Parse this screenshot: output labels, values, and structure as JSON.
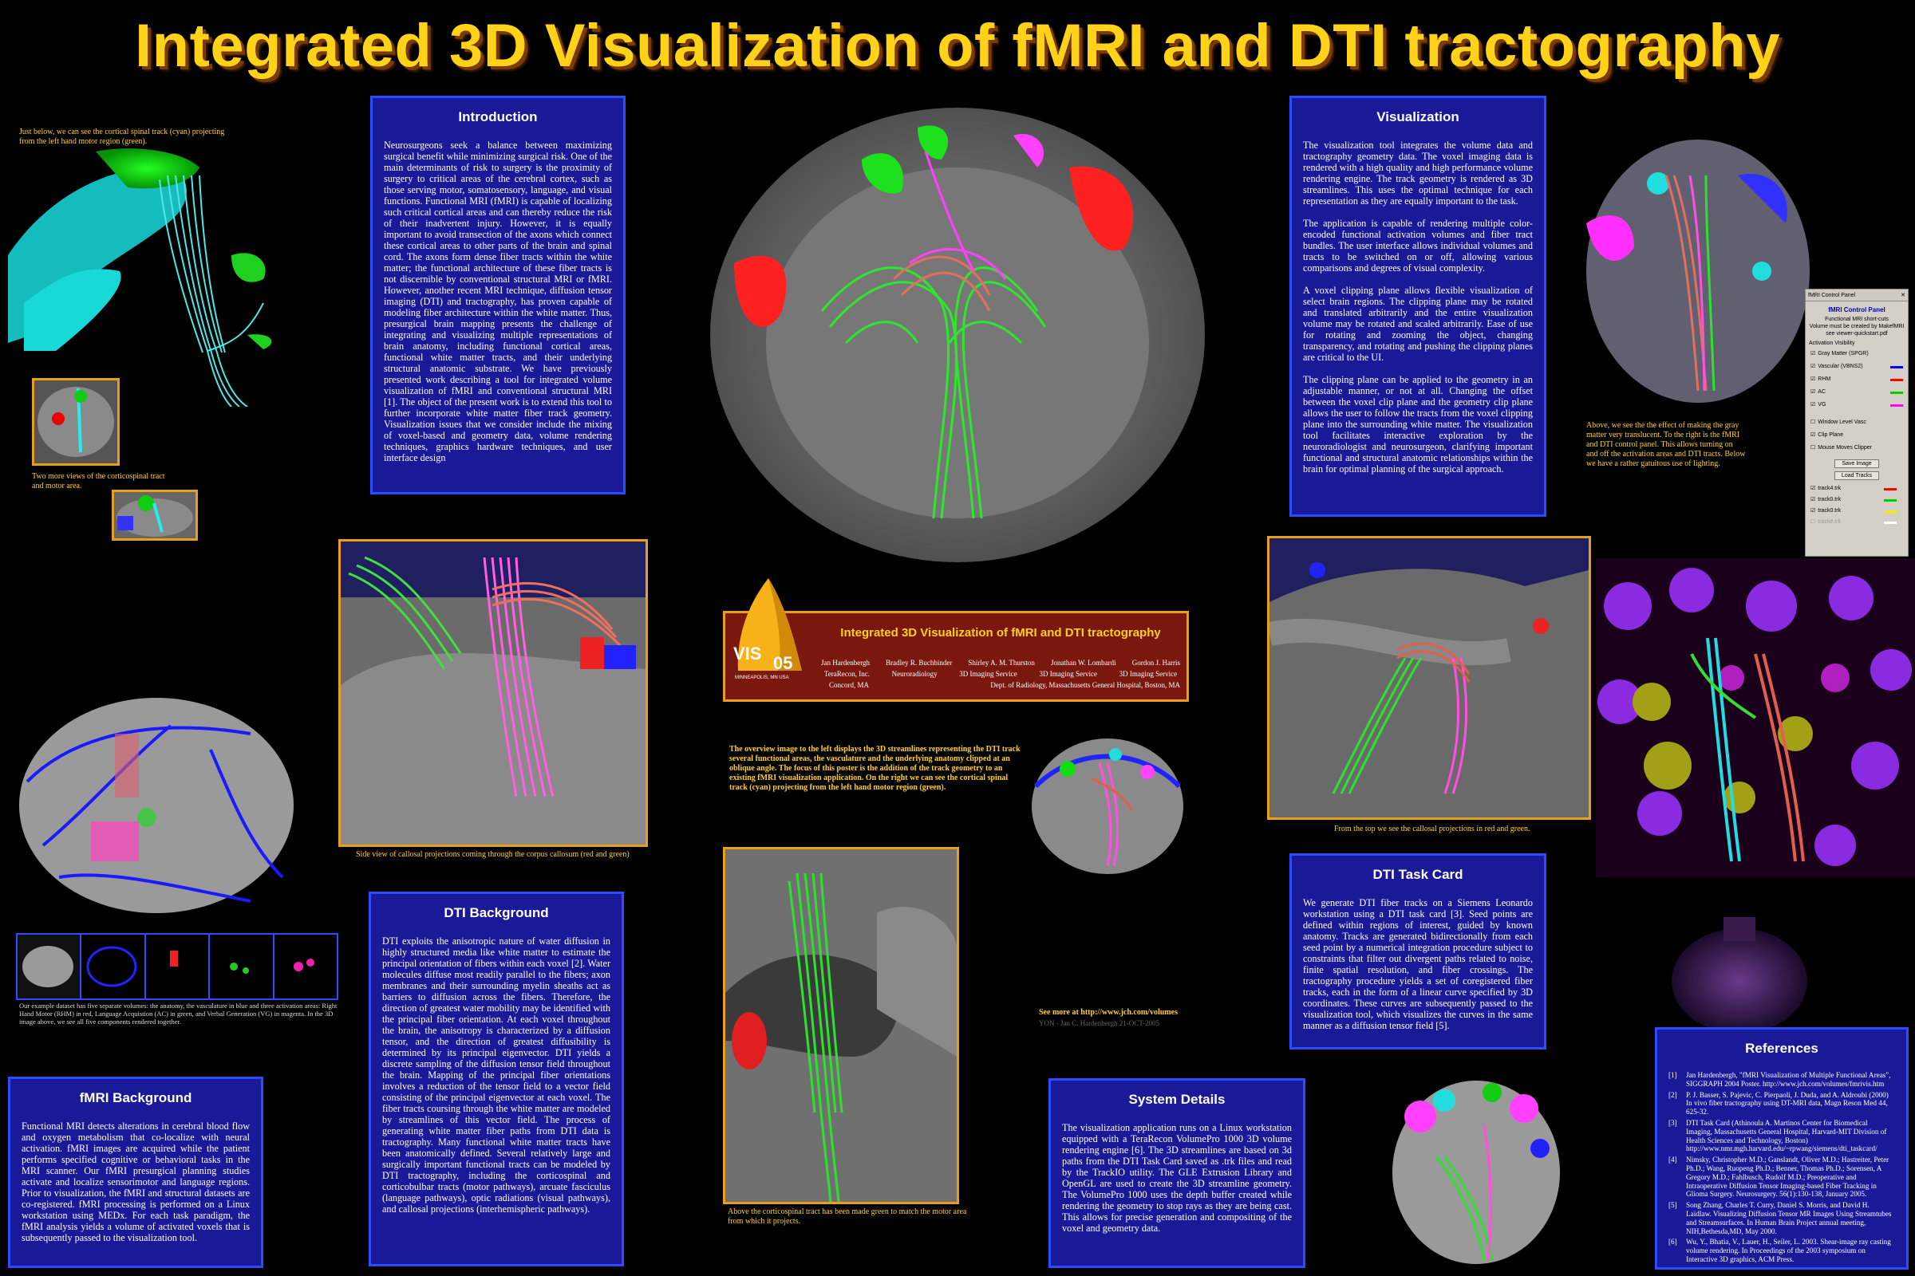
{
  "title": "Integrated 3D Visualization of fMRI and DTI tractography",
  "captions": {
    "top_left": "Just below, we can  see the cortical spinal track (cyan) projecting from the left hand  motor region (green).",
    "two_views": "Two  more views of the corticospinal tract and motor area.",
    "sagittal": "Side view of callosal projections coming through the corpus callosum  (red and green)",
    "dataset": "Our example dataset has five separate volumes: the anatomy, the vasculature in blue and three activation areas: Right Hand Motor (RHM) in red, Language Acquistion (AC) in green, and Verbal Generation (VG) in magenta. In the 3D image above, we see all five components rendered together.",
    "overview": "The overview image to the left displays the 3D streamlines representing the DTI track several functional areas, the  vasculature and the underlying anatomy clipped at an oblique  angle. The focus of this poster is the addition of the track geometry  to an existing fMRI visualization application. On the right we can  see the cortical spinal track (cyan) projecting from the left hand  motor region (green).",
    "see_more": "See more at http://www.jch.com/volumes",
    "yon": "YON - Jan C. Hardenbergh  21-OCT-2005",
    "corticospinal": "Above the corticospinal tract has been made green to match the motor area from which it projects.",
    "from_top": "From the top we see the callosal projections in red and green.",
    "gray_matter": "Above, we see the the effect of making the gray matter very translucent. To the right is the fMRI and DTI control panel. This allows turning on and off the activation areas and  DTI tracts. Below we have a rather gatuitous use of lighting."
  },
  "banner": {
    "logo_text": "VIS",
    "logo_year": "05",
    "logo_city": "MINNEAPOLIS, MN USA",
    "title": "Integrated 3D Visualization of fMRI and DTI tractography",
    "authors": [
      "Jan Hardenbergh",
      "Bradley R. Buchbinder",
      "Shirley A. M. Thurston",
      "Jonathan W. Lombardi",
      "Gordon J. Harris"
    ],
    "affils": [
      "TeraRecon, Inc.",
      "Neuroradiology",
      "3D Imaging Service",
      "3D Imaging Service",
      "3D Imaging Service"
    ],
    "loc1": "Concord, MA",
    "loc2": "Dept. of Radiology, Massachusetts General Hospital, Boston, MA"
  },
  "intro": {
    "heading": "Introduction",
    "p1": "Neurosurgeons seek a balance between maximizing surgical benefit while minimizing surgical risk.  One of the main determinants of risk to surgery is the proximity of surgery to critical areas of the cerebral cortex, such as those serving motor, somatosensory, language, and visual functions.  Functional MRI (fMRI) is capable of localizing such critical cortical areas and can thereby reduce the risk of their inadvertent injury.  However, it is equally important to avoid transection of the axons which connect these cortical areas to other parts of the brain and spinal cord.  The axons form dense fiber tracts within the white matter; the functional architecture of these fiber tracts is not discernible by conventional structural MRI or fMRI.  However, another recent MRI technique, diffusion tensor imaging (DTI) and tractography, has proven capable of modeling fiber architecture within the white matter.  Thus, presurgical brain mapping presents the challenge of integrating and visualizing multiple representations of brain anatomy, including functional cortical areas, functional white matter tracts, and their underlying structural anatomic substrate.  We have previously presented work describing a tool for integrated volume visualization of fMRI and conventional structural MRI [1].  The object of the present work is to extend this tool to further incorporate white matter fiber track geometry.  Visualization issues that we consider include the mixing of voxel-based and geometry data, volume rendering techniques, graphics hardware techniques, and user interface design"
  },
  "visualization": {
    "heading": "Visualization",
    "p1": "The visualization tool integrates the volume data and tractography geometry data. The voxel imaging data is rendered with a high quality and high performance volume rendering engine. The track geometry is rendered as 3D streamlines. This uses the optimal technique for each representation as they are equally important to the task.",
    "p2": "The application is capable of rendering multiple color-encoded functional activation volumes and fiber tract bundles.  The user interface allows individual volumes and tracts to be switched on or off, allowing various comparisons and degrees of visual complexity.",
    "p3": "A voxel clipping plane allows flexible visualization of select brain regions.  The clipping plane may be rotated and translated arbitrarily and the entire visualization volume may be rotated and scaled arbitrarily. Ease of use for rotating and zooming the object, changing transparency, and rotating and pushing the clipping planes are critical to the UI.",
    "p4": "The clipping plane can be applied to the geometry in an adjustable manner, or not at all. Changing the offset between the voxel clip plane and the geometry clip plane allows the user to follow the tracts from the voxel clipping plane into the surrounding white matter.  The visualization tool facilitates interactive exploration by the neuroradiologist and neurosurgeon, clarifying important functional and structural anatomic relationships within the brain for optimal planning of the surgical approach."
  },
  "dti_background": {
    "heading": "DTI Background",
    "p1": "DTI exploits the anisotropic nature of water diffusion in highly structured media like white matter to estimate the principal orientation of fibers within each voxel [2].  Water molecules diffuse most readily parallel to the fibers; axon membranes and their surrounding myelin sheaths act as barriers to diffusion across the fibers.  Therefore, the direction of greatest water mobility may be identified with the principal fiber orientation.  At each voxel throughout the brain, the anisotropy is characterized by a diffusion tensor, and the direction of greatest diffusibility is determined by its principal eigenvector.   DTI yields a discrete sampling of the diffusion tensor field throughout the brain.  Mapping of the principal fiber orientations involves a reduction of the tensor field to a vector field consisting of the principal eigenvector at each voxel.  The fiber tracts coursing through the white matter are modeled by streamlines of this vector field.  The process of generating white matter fiber paths from DTI data is tractography.   Many functional white matter tracts have been anatomically defined.  Several relatively large and surgically important functional tracts can be modeled by DTI tractography, including the corticospinal and corticobulbar tracts (motor pathways), arcuate fasciculus (language pathways), optic radiations (visual pathways), and callosal projections (interhemispheric pathways)."
  },
  "fmri_background": {
    "heading": "fMRI Background",
    "p1": "Functional MRI detects alterations in cerebral blood flow and oxygen metabolism that co-localize with neural activation.  fMRI images are acquired while the patient performs specified cognitive or behavioral tasks in the MRI scanner.  Our fMRI presurgical planning studies activate and localize sensorimotor and language  regions.  Prior to visualization, the fMRI and structural datasets are co-registered.  fMRI processing is performed on a Linux workstation using MEDx.  For each task paradigm, the fMRI analysis yields a volume of activated voxels that is subsequently passed to the visualization tool."
  },
  "dti_task_card": {
    "heading": "DTI Task Card",
    "p1": "We generate DTI fiber tracks on a Siemens Leonardo workstation using a DTI task card [3].  Seed points are defined within regions of interest, guided by known anatomy.  Tracks are generated bidirectionally from each seed point by a numerical integration procedure subject to constraints that filter out divergent paths related to noise, finite spatial resolution, and fiber crossings.  The tractography procedure yields a set of coregistered fiber tracks, each in the form of a linear curve specified by 3D coordinates. These curves are subsequently passed to the visualization tool, which visualizes the curves in the same manner as a diffusion tensor field [5]."
  },
  "system_details": {
    "heading": "System Details",
    "p1": "The visualization application runs on a Linux workstation equipped with a TeraRecon VolumePro 1000 3D volume rendering engine [6]. The 3D streamlines are based on 3d paths from the DTI Task Card saved as .trk files and read by the TrackIO utility. The GLE Extrusion Library and OpenGL are used to create the 3D streamline geometry. The VolumePro 1000 uses the depth buffer created while rendering the geometry to stop rays as they are being cast. This allows for precise generation and compositing of the voxel and geometry data."
  },
  "references": {
    "heading": "References",
    "items": [
      {
        "n": "[1]",
        "t": "Jan Hardenbergh, \"fMRI Visualization of Multiple Functional Areas\", SIGGRAPH 2004 Poster. http://www.jch.com/volumes/fmrivis.htm"
      },
      {
        "n": "[2]",
        "t": "P. J. Basser, S. Pajevic, C. Pierpaoli, J. Duda, and A. Aldroubi (2000) In vivo fiber tractography using DT-MRI data, Magn Reson Med 44, 625-32."
      },
      {
        "n": "[3]",
        "t": "DTI Task Card (Athinoula A. Martinos Center for Biomedical Imaging, Massachusetts General Hospital, Harvard-MIT Division of Health Sciences and Technology, Boston) http://www.nmr.mgh.harvard.edu/~rpwang/siemens/dti_taskcard/"
      },
      {
        "n": "[4]",
        "t": "Nimsky, Christopher M.D.; Ganslandt, Oliver M.D.; Hastreiter, Peter Ph.D.; Wang, Ruopeng Ph.D.; Benner, Thomas Ph.D.; Sorensen, A Gregory M.D.; Fahlbusch, Rudolf M.D.; Preoperative and Intraoperative Diffusion Tensor Imaging-based Fiber Tracking in Glioma Surgery. Neurosurgery. 56(1):130-138, January 2005."
      },
      {
        "n": "[5]",
        "t": "Song Zhang, Charles T. Curry, Daniel S. Morris, and David H. Laidlaw. Visualizing Diffusion Tensor MR Images Using Streamtubes and Streamsurfaces. In Human Brain Project annual meeting, NIH,Bethesda,MD, May 2000."
      },
      {
        "n": "[6]",
        "t": "Wu, Y., Bhatia, V., Lauer, H., Seiler, L. 2003. Shear-image ray casting volume rendering. In Proceedings of the 2003 symposium on Interactive 3D graphics, ACM Press."
      }
    ]
  },
  "control_panel": {
    "window_title": "fMRI Control Panel",
    "title": "fMRI Control Panel",
    "lines": [
      "Functional MRI short-cuts",
      "Volume must be created by MakefMRI",
      "see viewer-quickstart.pdf"
    ],
    "section": "Activation Visibility",
    "items": [
      {
        "label": "Gray Matter (SPGR)",
        "color": ""
      },
      {
        "label": "Vascular (VBNS2)",
        "color": "#0000ff"
      },
      {
        "label": "RHM",
        "color": "#ff0000"
      },
      {
        "label": "AC",
        "color": "#00c000"
      },
      {
        "label": "VG",
        "color": "#ff00ff"
      }
    ],
    "options": [
      "Window Level Vasc",
      "Clip Plane",
      "Mouse Moves Clipper"
    ],
    "buttons": [
      "Save Image",
      "Load Tracks"
    ],
    "tracks": [
      {
        "label": "track4.trk",
        "color": "#ff0000"
      },
      {
        "label": "track0.trk",
        "color": "#00c000"
      },
      {
        "label": "track0.trk",
        "color": "#ffff00"
      },
      {
        "label": "track#.trk",
        "color": "#ffffff"
      }
    ]
  },
  "colors": {
    "title": "#ffd21a",
    "panel_bg": "#1a1a99",
    "panel_border": "#2c4cff",
    "frame": "#e89f1d",
    "banner": "#7a1810"
  }
}
